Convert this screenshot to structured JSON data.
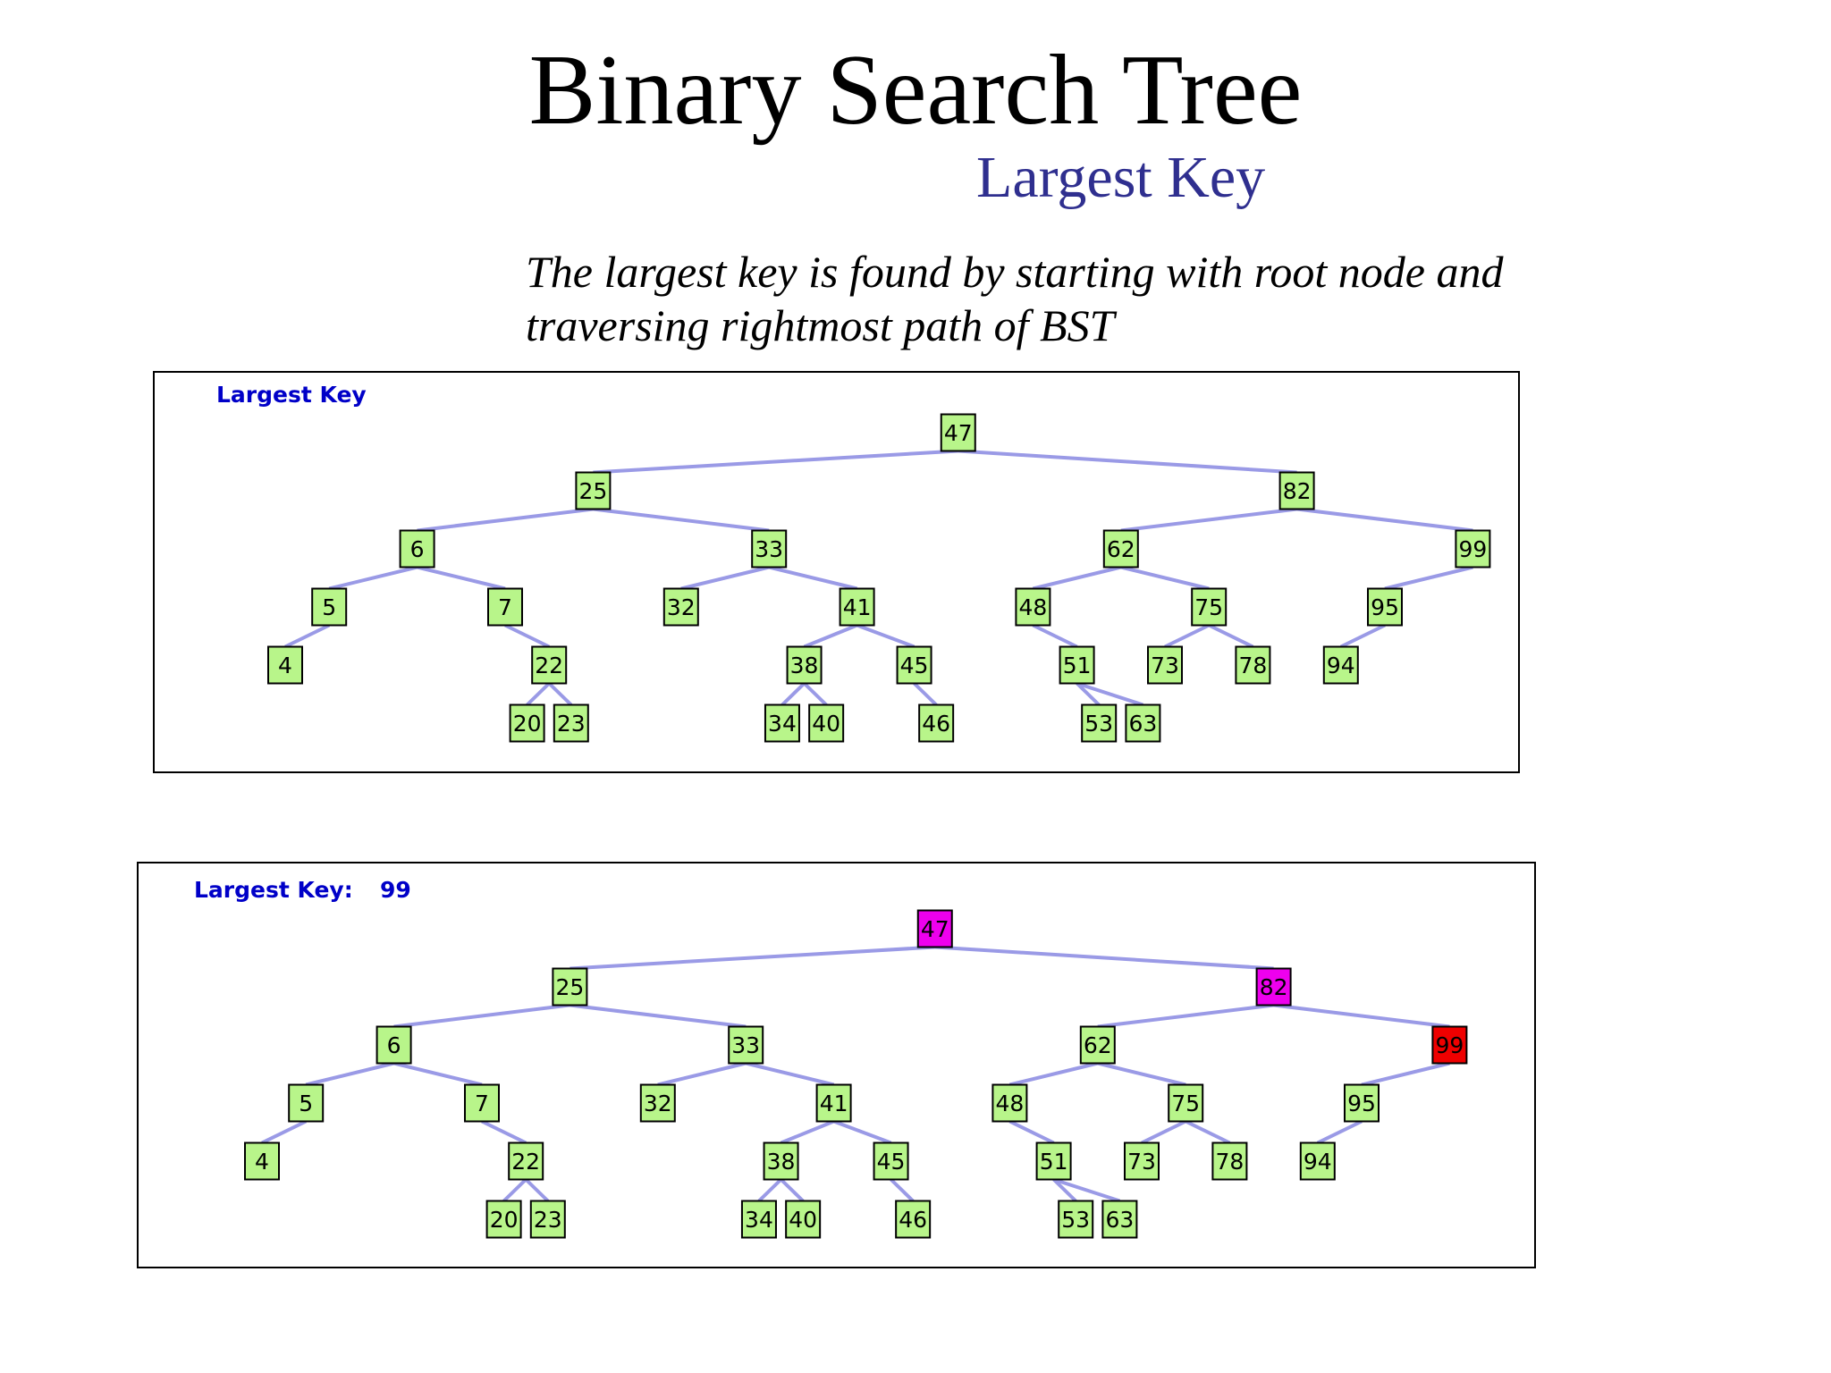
{
  "slide": {
    "title": "Binary Search Tree",
    "subtitle": "Largest Key",
    "description_line1": "The largest key is found by starting with root node and",
    "description_line2": "traversing rightmost path of BST"
  },
  "colors": {
    "node_default": "#b8f58a",
    "node_visited": "#ee00ee",
    "node_found": "#ee0000",
    "edge": "#9a9ae6",
    "label": "#0000c8"
  },
  "panels": [
    {
      "label": "Largest Key",
      "value": ""
    },
    {
      "label": "Largest Key:",
      "value": "99"
    }
  ],
  "tree": {
    "nodes": [
      {
        "key": "47",
        "parent": null
      },
      {
        "key": "25",
        "parent": "47"
      },
      {
        "key": "82",
        "parent": "47"
      },
      {
        "key": "6",
        "parent": "25"
      },
      {
        "key": "33",
        "parent": "25"
      },
      {
        "key": "62",
        "parent": "82"
      },
      {
        "key": "99",
        "parent": "82"
      },
      {
        "key": "5",
        "parent": "6"
      },
      {
        "key": "7",
        "parent": "6"
      },
      {
        "key": "32",
        "parent": "33"
      },
      {
        "key": "41",
        "parent": "33"
      },
      {
        "key": "48",
        "parent": "62"
      },
      {
        "key": "75",
        "parent": "62"
      },
      {
        "key": "95",
        "parent": "99"
      },
      {
        "key": "4",
        "parent": "5"
      },
      {
        "key": "22",
        "parent": "7"
      },
      {
        "key": "38",
        "parent": "41"
      },
      {
        "key": "45",
        "parent": "41"
      },
      {
        "key": "51",
        "parent": "48"
      },
      {
        "key": "73",
        "parent": "75"
      },
      {
        "key": "78",
        "parent": "75"
      },
      {
        "key": "94",
        "parent": "95"
      },
      {
        "key": "20",
        "parent": "22"
      },
      {
        "key": "23",
        "parent": "22"
      },
      {
        "key": "34",
        "parent": "38"
      },
      {
        "key": "40",
        "parent": "38"
      },
      {
        "key": "46",
        "parent": "45"
      },
      {
        "key": "53",
        "parent": "51"
      },
      {
        "key": "63",
        "parent": "51"
      }
    ]
  },
  "highlight": {
    "visited": [
      "47",
      "82"
    ],
    "found": "99"
  }
}
